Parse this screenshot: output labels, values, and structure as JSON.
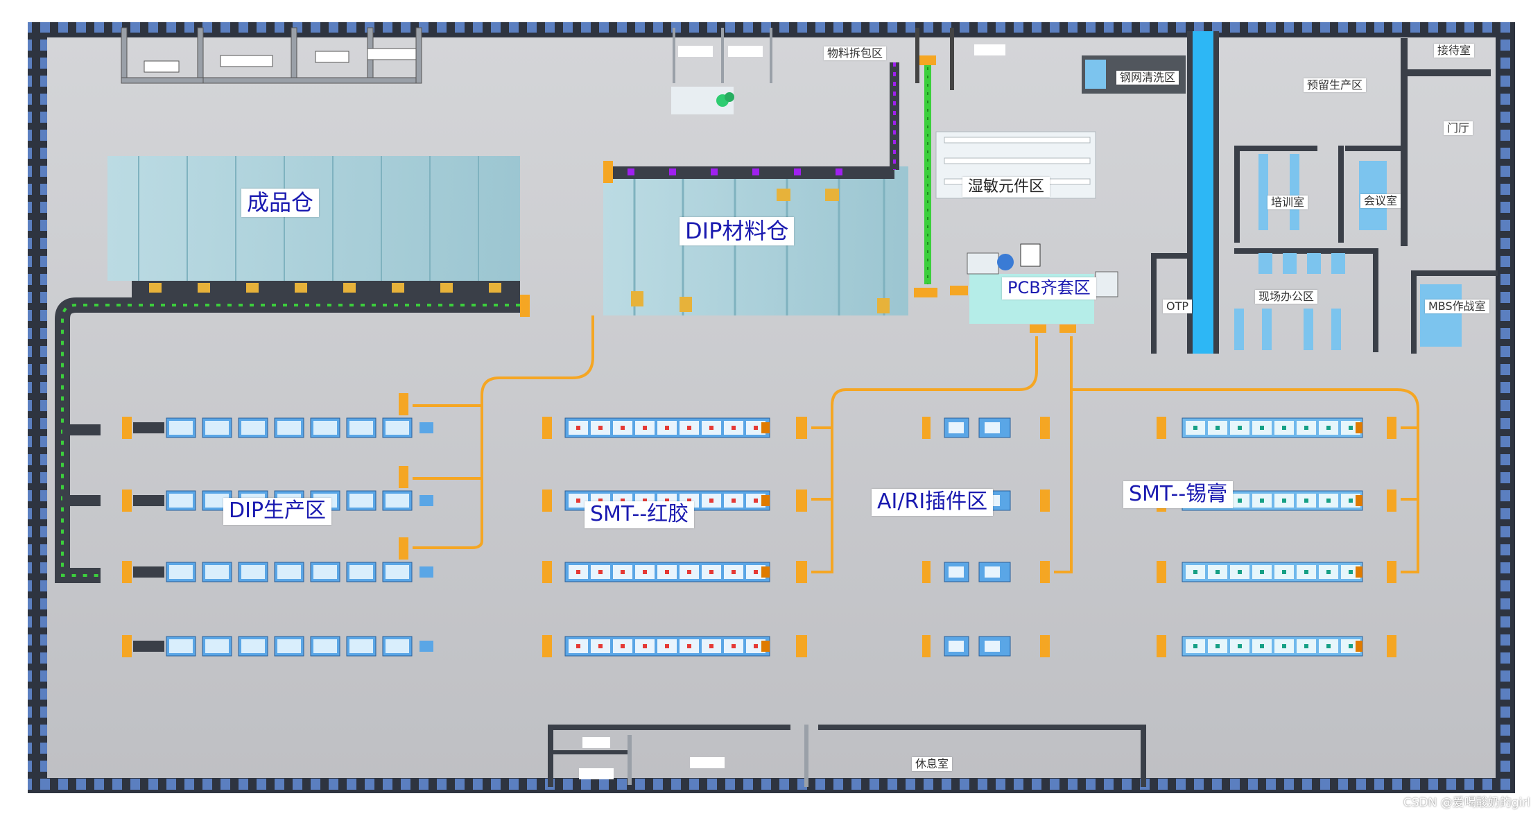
{
  "zones": {
    "finished_goods": "成品仓",
    "dip_material": "DIP材料仓",
    "pcb_kitting": "PCB齐套区",
    "material_unpacking": "物料拆包区",
    "moisture_sensitive": "湿敏元件区",
    "stencil_cleaning": "钢网清洗区",
    "pre_production": "预留生产区",
    "reception": "接待室",
    "lobby": "门厅",
    "training": "培训室",
    "meeting": "会议室",
    "site_office": "现场办公区",
    "otp": "OTP",
    "mbs_room": "MBS作战室",
    "dip_production": "DIP生产区",
    "smt_glue": "SMT--红胶",
    "ai_ri": "AI/RI插件区",
    "smt_paste": "SMT--锡膏",
    "rest_room": "休息室"
  },
  "watermark": "CSDN @爱喝酸奶的girl",
  "colors": {
    "floor": "#c8c9cc",
    "wall": "#2e3440",
    "agv_path": "#f5a623",
    "conveyor_green": "#3ccf3c",
    "conveyor_purple": "#a020f0",
    "rack": "#a9d4de",
    "label_text": "#1a1ab0",
    "accent_blue": "#2db7f5"
  }
}
